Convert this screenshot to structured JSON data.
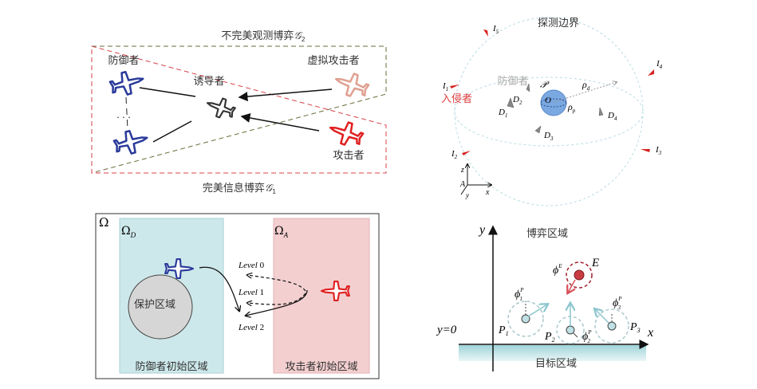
{
  "panel_game": {
    "imperfect_label": "不完美观测博弈",
    "imperfect_symbol": "𝒢",
    "imperfect_sub": "2",
    "perfect_label": "完美信息博弈",
    "perfect_symbol": "𝒢",
    "perfect_sub": "1",
    "defender": "防御者",
    "virtual_attacker": "虚拟攻击者",
    "decoy": "诱导者",
    "attacker": "攻击者",
    "ellipsis": "· · ·"
  },
  "panel_sphere": {
    "boundary": "探测边界",
    "defender": "防御者",
    "intruder": "入侵者",
    "protected": "𝒫",
    "origin": "O",
    "rho_d": "ρ",
    "rho_d_sub": "d",
    "rho_p": "ρ",
    "rho_p_sub": "p",
    "defenders": [
      {
        "n": "D",
        "s": "1"
      },
      {
        "n": "D",
        "s": "2"
      },
      {
        "n": "D",
        "s": "3"
      },
      {
        "n": "D",
        "s": "4"
      }
    ],
    "intruders": [
      {
        "n": "I",
        "s": "1"
      },
      {
        "n": "I",
        "s": "2"
      },
      {
        "n": "I",
        "s": "3"
      },
      {
        "n": "I",
        "s": "4"
      },
      {
        "n": "I",
        "s": "5"
      }
    ],
    "axes": {
      "z": "z",
      "x": "x",
      "y": "y",
      "a": "A"
    }
  },
  "panel_regions": {
    "omega": "Ω",
    "omega_d": "Ω",
    "omega_d_sub": "D",
    "omega_a": "Ω",
    "omega_a_sub": "A",
    "protected_area": "保护区域",
    "defender_region": "防御者初始区域",
    "attacker_region": "攻击者初始区域",
    "levels": [
      {
        "w": "Level",
        "n": "0"
      },
      {
        "w": "Level",
        "n": "1"
      },
      {
        "w": "Level",
        "n": "2"
      }
    ]
  },
  "panel_plane": {
    "y_axis": "y",
    "x_axis": "x",
    "y0": "y=0",
    "game_area": "博弈区域",
    "target_area": "目标区域",
    "evader": "E",
    "phi": "ϕ",
    "phi_e_sup": "E",
    "phi_p_sup": "P",
    "pursuers": [
      {
        "n": "P",
        "s": "1"
      },
      {
        "n": "P",
        "s": "2"
      },
      {
        "n": "P",
        "s": "3"
      }
    ],
    "phi_subs": [
      "1",
      "2",
      "3"
    ]
  },
  "colors": {
    "defender": "#2a3a9a",
    "attacker": "#e02020",
    "virtual": "#e0a090",
    "decoy": "#333333",
    "cyan": "#cde8ea",
    "pink": "#f3cfd0"
  }
}
